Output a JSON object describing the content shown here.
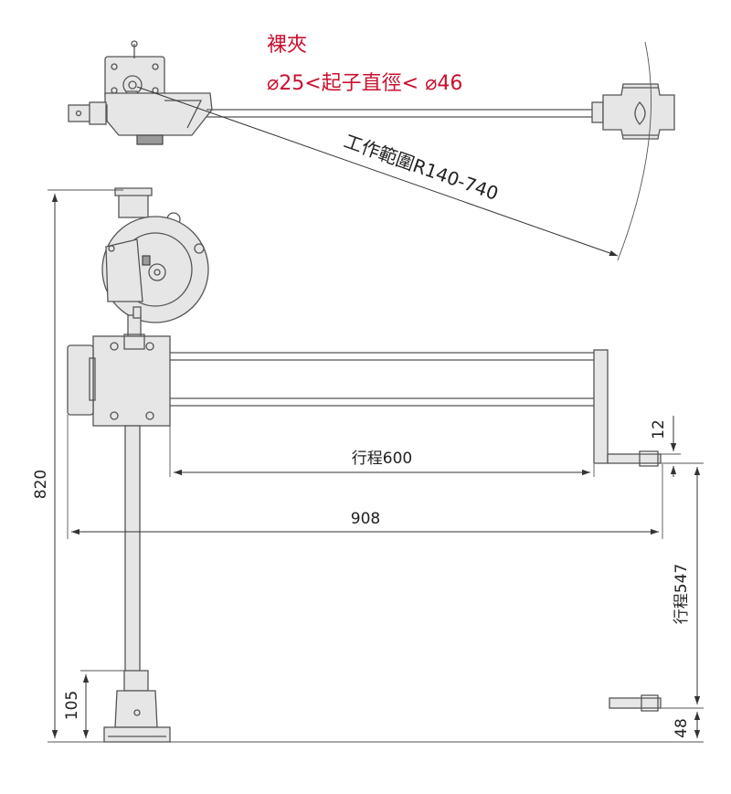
{
  "clamp_label": "裸夾",
  "diameter_range": "⌀25<起子直徑< ⌀46",
  "working_range": "工作範圍R140-740",
  "dim_820": "820",
  "dim_105": "105",
  "dim_12": "12",
  "dim_stroke_600": "行程600",
  "dim_908": "908",
  "dim_stroke_547": "行程547",
  "dim_48": "48",
  "colors": {
    "annotation": "#c8102e",
    "line": "#555555"
  }
}
